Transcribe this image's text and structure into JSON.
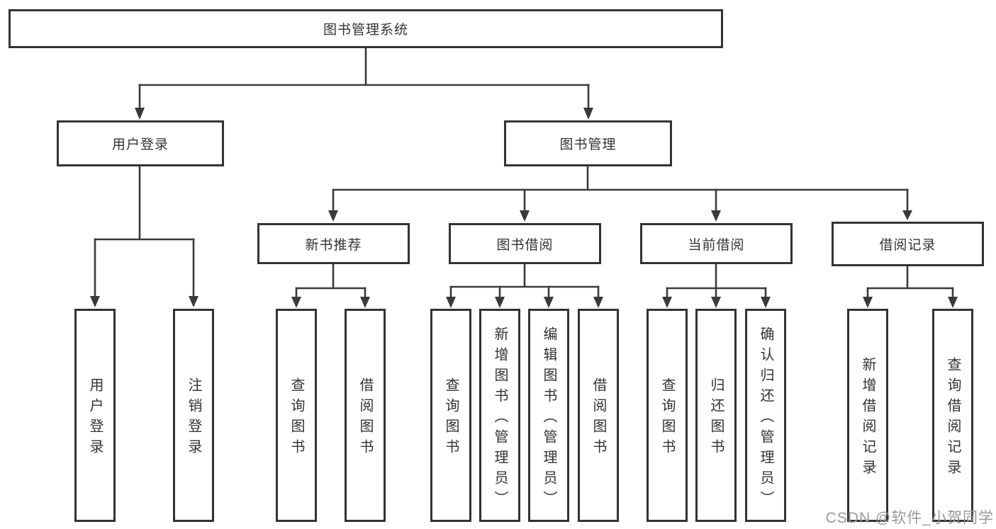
{
  "colors": {
    "line": "#3a3a3a",
    "box_border": "#333333",
    "box_fill": "#ffffff",
    "text": "#333333",
    "watermark": "#9a9a9a",
    "background": "#ffffff"
  },
  "tree": {
    "root": "图书管理系统",
    "branches": {
      "user_login": {
        "label": "用户登录",
        "children": [
          "用户登录",
          "注销登录"
        ]
      },
      "book_management": {
        "label": "图书管理",
        "sections": {
          "new_book": {
            "label": "新书推荐",
            "children": [
              "查询图书",
              "借阅图书"
            ]
          },
          "book_borrow": {
            "label": "图书借阅",
            "children": [
              "查询图书",
              "新增图书（管理员）",
              "编辑图书（管理员）",
              "借阅图书"
            ]
          },
          "current_borrow": {
            "label": "当前借阅",
            "children": [
              "查询图书",
              "归还图书",
              "确认归还（管理员）"
            ]
          },
          "borrow_records": {
            "label": "借阅记录",
            "children": [
              "新增借阅记录",
              "查询借阅记录"
            ]
          }
        }
      }
    }
  },
  "watermark": {
    "text": "CSDN @软件_小贺同学"
  }
}
